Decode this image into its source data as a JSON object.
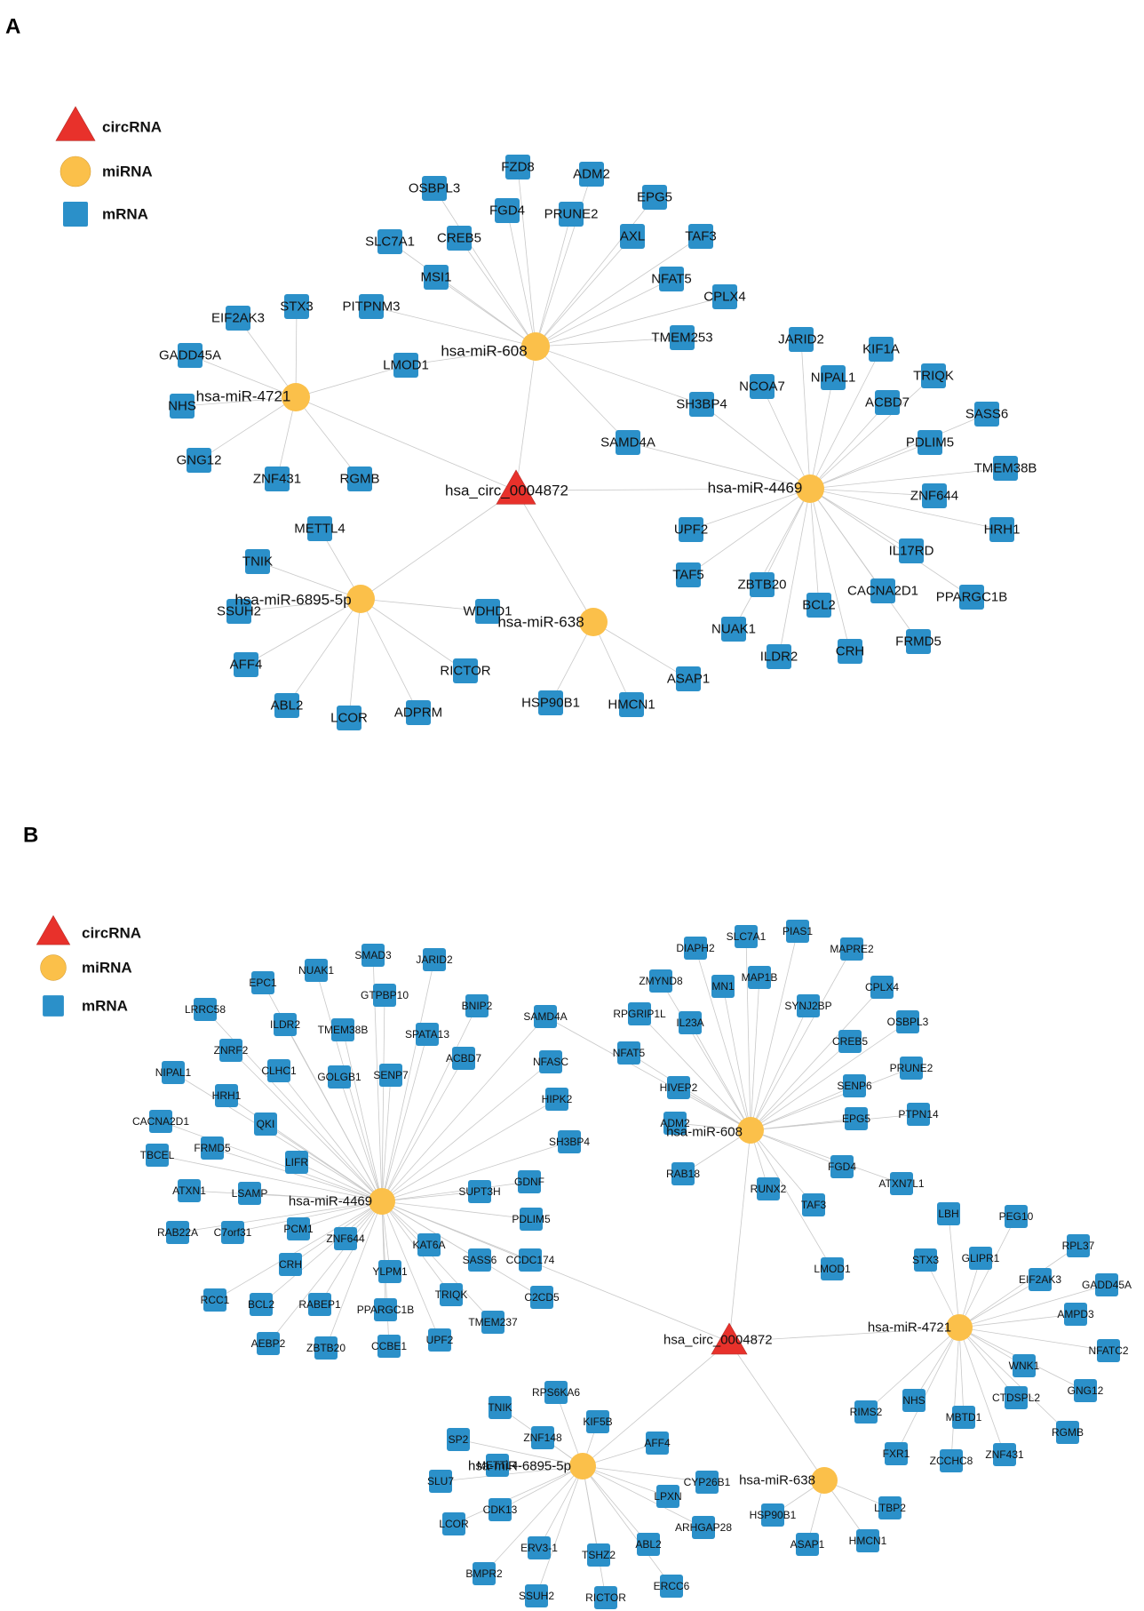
{
  "panels": [
    {
      "letter": "A",
      "legend": [
        {
          "shape": "triangle",
          "label": "circRNA"
        },
        {
          "shape": "circle",
          "label": "miRNA"
        },
        {
          "shape": "square",
          "label": "mRNA"
        }
      ],
      "circ": {
        "id": "hsa_circ_0004872"
      },
      "mirnas": [
        {
          "id": "hsa-miR-608",
          "targets": [
            "FZD8",
            "ADM2",
            "OSBPL3",
            "EPG5",
            "FGD4",
            "PRUNE2",
            "CREB5",
            "SLC7A1",
            "AXL",
            "TAF3",
            "MSI1",
            "NFAT5",
            "PITPNM3",
            "CPLX4",
            "TMEM253",
            "LMOD1",
            "SH3BP4",
            "SAMD4A"
          ]
        },
        {
          "id": "hsa-miR-4721",
          "targets": [
            "STX3",
            "EIF2AK3",
            "GADD45A",
            "NHS",
            "GNG12",
            "ZNF431",
            "RGMB",
            "LMOD1"
          ]
        },
        {
          "id": "hsa-miR-4469",
          "targets": [
            "JARID2",
            "KIF1A",
            "NIPAL1",
            "TRIQK",
            "NCOA7",
            "ACBD7",
            "SASS6",
            "SH3BP4",
            "PDLIM5",
            "TMEM38B",
            "SAMD4A",
            "ZNF644",
            "HRH1",
            "UPF2",
            "IL17RD",
            "TAF5",
            "ZBTB20",
            "CACNA2D1",
            "PPARGC1B",
            "BCL2",
            "NUAK1",
            "ILDR2",
            "CRH",
            "FRMD5"
          ]
        },
        {
          "id": "hsa-miR-6895-5p",
          "targets": [
            "METTL4",
            "TNIK",
            "WDHD1",
            "SSUH2",
            "RICTOR",
            "AFF4",
            "ABL2",
            "LCOR",
            "ADPRM"
          ]
        },
        {
          "id": "hsa-miR-638",
          "targets": [
            "ASAP1",
            "HSP90B1",
            "HMCN1"
          ]
        }
      ]
    },
    {
      "letter": "B",
      "legend": [
        {
          "shape": "triangle",
          "label": "circRNA"
        },
        {
          "shape": "circle",
          "label": "miRNA"
        },
        {
          "shape": "square",
          "label": "mRNA"
        }
      ],
      "circ": {
        "id": "hsa_circ_0004872"
      },
      "mirnas": [
        {
          "id": "hsa-miR-4469",
          "targets": [
            "SMAD3",
            "NUAK1",
            "JARID2",
            "EPC1",
            "GTPBP10",
            "BNIP2",
            "LRRC58",
            "ILDR2",
            "TMEM38B",
            "SPATA13",
            "SAMD4A",
            "ZNRF2",
            "ACBD7",
            "NIPAL1",
            "CLHC1",
            "GOLGB1",
            "SENP7",
            "NFASC",
            "HRH1",
            "CACNA2D1",
            "HIPK2",
            "QKI",
            "FRMD5",
            "TBCEL",
            "SH3BP4",
            "LIFR",
            "ATXN1",
            "LSAMP",
            "GDNF",
            "SUPT3H",
            "PCM1",
            "PDLIM5",
            "RAB22A",
            "C7orf31",
            "ZNF644",
            "KAT6A",
            "CRH",
            "SASS6",
            "CCDC174",
            "YLPM1",
            "RCC1",
            "BCL2",
            "RABEP1",
            "PPARGC1B",
            "TRIQK",
            "C2CD5",
            "TMEM237",
            "AEBP2",
            "ZBTB20",
            "CCBE1",
            "UPF2"
          ]
        },
        {
          "id": "hsa-miR-608",
          "targets": [
            "DIAPH2",
            "SLC7A1",
            "PIAS1",
            "MAPRE2",
            "ZMYND8",
            "MN1",
            "MAP1B",
            "CPLX4",
            "SYNJ2BP",
            "RPGRIP1L",
            "IL23A",
            "CREB5",
            "OSBPL3",
            "SAMD4A",
            "NFAT5",
            "HIVEP2",
            "SENP6",
            "PRUNE2",
            "ADM2",
            "EPG5",
            "PTPN14",
            "RAB18",
            "FGD4",
            "RUNX2",
            "ATXN7L1",
            "TAF3",
            "LMOD1"
          ]
        },
        {
          "id": "hsa-miR-4721",
          "targets": [
            "LBH",
            "PEG10",
            "STX3",
            "GLIPR1",
            "RPL37",
            "EIF2AK3",
            "GADD45A",
            "AMPD3",
            "NFATC2",
            "WNK1",
            "GNG12",
            "NHS",
            "CTDSPL2",
            "RIMS2",
            "MBTD1",
            "RGMB",
            "FXR1",
            "ZCCHC8",
            "ZNF431"
          ]
        },
        {
          "id": "hsa-miR-6895-5p",
          "targets": [
            "RPS6KA6",
            "TNIK",
            "KIF5B",
            "ZNF148",
            "SP2",
            "AFF4",
            "METTL4",
            "SLU7",
            "CYP26B1",
            "LPXN",
            "CDK13",
            "LCOR",
            "ARHGAP28",
            "ERV3-1",
            "ABL2",
            "TSHZ2",
            "BMPR2",
            "ERCC6",
            "SSUH2",
            "RICTOR"
          ]
        },
        {
          "id": "hsa-miR-638",
          "targets": [
            "HSP90B1",
            "LTBP2",
            "ASAP1",
            "HMCN1"
          ]
        }
      ]
    }
  ],
  "colors": {
    "circ": "#e8312b",
    "mirna": "#fbc04a",
    "mrna": "#2b90c9",
    "edge": "#c8c8c8"
  }
}
